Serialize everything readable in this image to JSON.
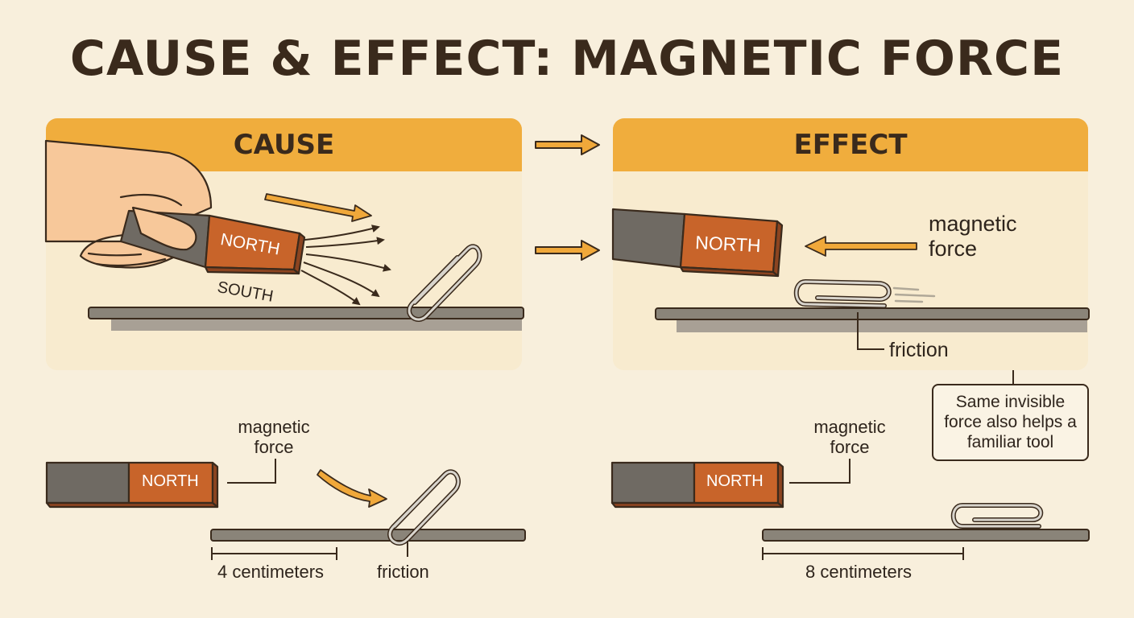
{
  "title": "CAUSE & EFFECT: MAGNETIC FORCE",
  "cause_panel": {
    "header": "CAUSE",
    "magnet_label": "NORTH",
    "south_label": "SOUTH"
  },
  "effect_panel": {
    "header": "EFFECT",
    "magnet_label": "NORTH",
    "force_label_line1": "magnetic",
    "force_label_line2": "force",
    "friction_label": "friction"
  },
  "note": {
    "text": "Same invisible force also helps a familiar tool"
  },
  "bottom_left": {
    "magnet_label": "NORTH",
    "force_label_line1": "magnetic",
    "force_label_line2": "force",
    "distance_label": "4 centimeters",
    "friction_label": "friction"
  },
  "bottom_right": {
    "magnet_label": "NORTH",
    "force_label_line1": "magnetic",
    "force_label_line2": "force",
    "distance_label": "8 centimeters"
  },
  "colors": {
    "background": "#f8efdc",
    "header": "#f0ad3d",
    "arrow": "#f0a83a",
    "magnet_north": "#c8642a",
    "magnet_body": "#6f6a63",
    "ink": "#3a2a1c"
  },
  "icons": [
    "hand-icon",
    "magnet-icon",
    "paperclip-icon",
    "arrow-icon"
  ]
}
